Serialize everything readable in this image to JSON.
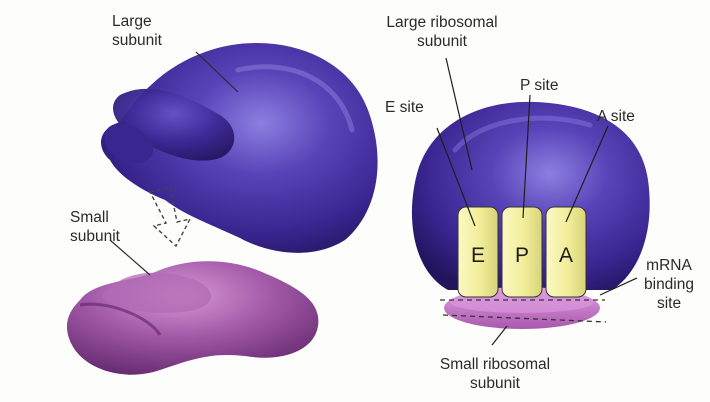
{
  "left": {
    "large_label_line1": "Large",
    "large_label_line2": "subunit",
    "small_label_line1": "Small",
    "small_label_line2": "subunit"
  },
  "right": {
    "large_label_line1": "Large ribosomal",
    "large_label_line2": "subunit",
    "e_site_label": "E site",
    "p_site_label": "P site",
    "a_site_label": "A site",
    "site_e": "E",
    "site_p": "P",
    "site_a": "A",
    "mrna_line1": "mRNA",
    "mrna_line2": "binding",
    "mrna_line3": "site",
    "small_label_line1": "Small ribosomal",
    "small_label_line2": "subunit"
  },
  "colors": {
    "large_subunit": "#3d2a8c",
    "small_subunit": "#8a3f92",
    "site_fill": "#f3ef9c",
    "mrna_band": "#c978d2"
  }
}
